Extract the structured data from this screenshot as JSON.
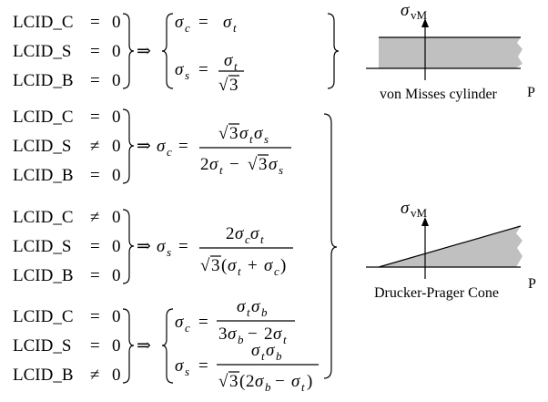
{
  "lcid": {
    "c": "LCID_C",
    "s": "LCID_S",
    "b": "LCID_B",
    "eq": "=",
    "neq": "≠",
    "zero": "0",
    "implies": "⇒"
  },
  "symbols": {
    "sigma": "σ",
    "sub_c": "c",
    "sub_s": "s",
    "sub_t": "t",
    "sub_b": "b",
    "sqrt": "√",
    "three": "3",
    "two": "2",
    "minus": "−",
    "plus": "+",
    "lparen": "(",
    "rparen": ")"
  },
  "diagram_top": {
    "axis_label": "σ",
    "axis_sub": "vM",
    "p_label": "P",
    "caption": "von Misses cylinder"
  },
  "diagram_bottom": {
    "axis_label": "σ",
    "axis_sub": "vM",
    "p_label": "P",
    "caption": "Drucker-Prager Cone"
  },
  "colors": {
    "fill_gray": "#c0c0c0",
    "ink": "#000000"
  }
}
